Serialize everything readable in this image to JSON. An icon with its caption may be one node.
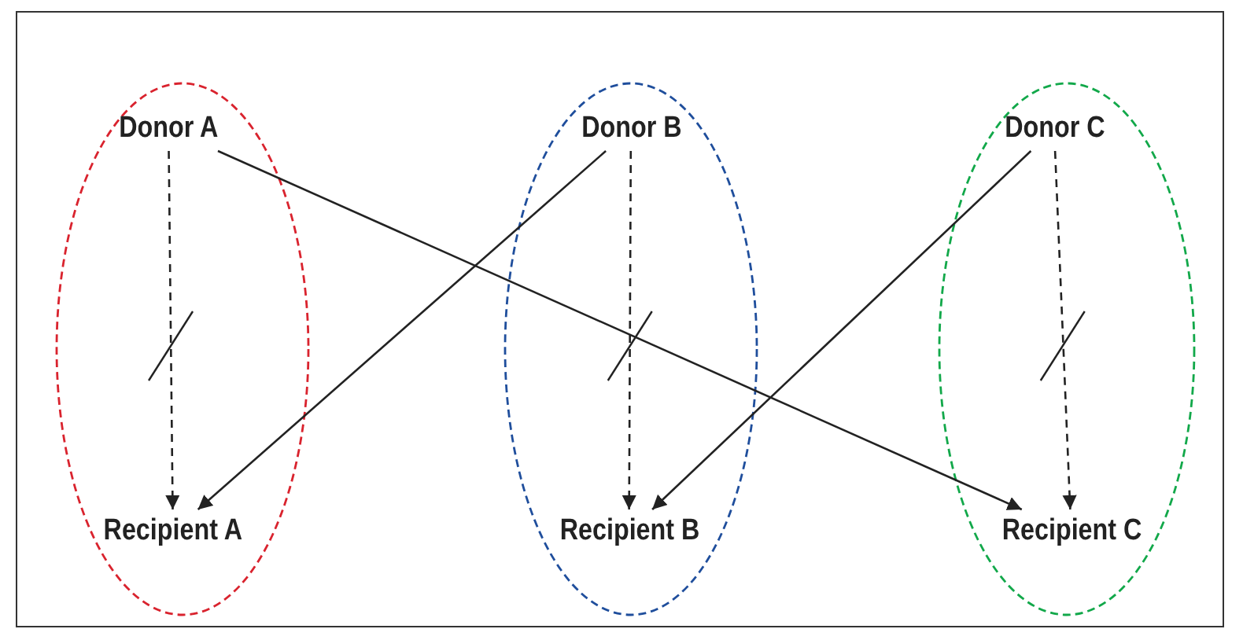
{
  "diagram": {
    "nodes": [
      {
        "text": [],
        "shape": "ellipse"
      },
      {
        "text": [
          "Donor A"
        ],
        "in": 0
      },
      {
        "text": [
          "Recipient A"
        ],
        "in": 0
      },
      {
        "text": [],
        "shape": "ellipse"
      },
      {
        "text": [
          "Donor B"
        ],
        "in": 3
      },
      {
        "text": [
          "Recipient B"
        ],
        "in": 3
      },
      {
        "text": [],
        "shape": "ellipse"
      },
      {
        "text": [
          "Donor C"
        ],
        "in": 6
      },
      {
        "text": [
          "Recipient C"
        ],
        "in": 6
      }
    ],
    "edges": [
      {
        "from": 1,
        "to": 2,
        "arrow": "to",
        "style": "dashed"
      },
      {
        "from": 4,
        "to": 5,
        "arrow": "to",
        "style": "dashed"
      },
      {
        "from": 7,
        "to": 8,
        "arrow": "to",
        "style": "dashed"
      },
      {
        "from": 1,
        "to": 8,
        "arrow": "to"
      },
      {
        "from": 4,
        "to": 2,
        "arrow": "to"
      },
      {
        "from": 7,
        "to": 5,
        "arrow": "to"
      }
    ]
  }
}
